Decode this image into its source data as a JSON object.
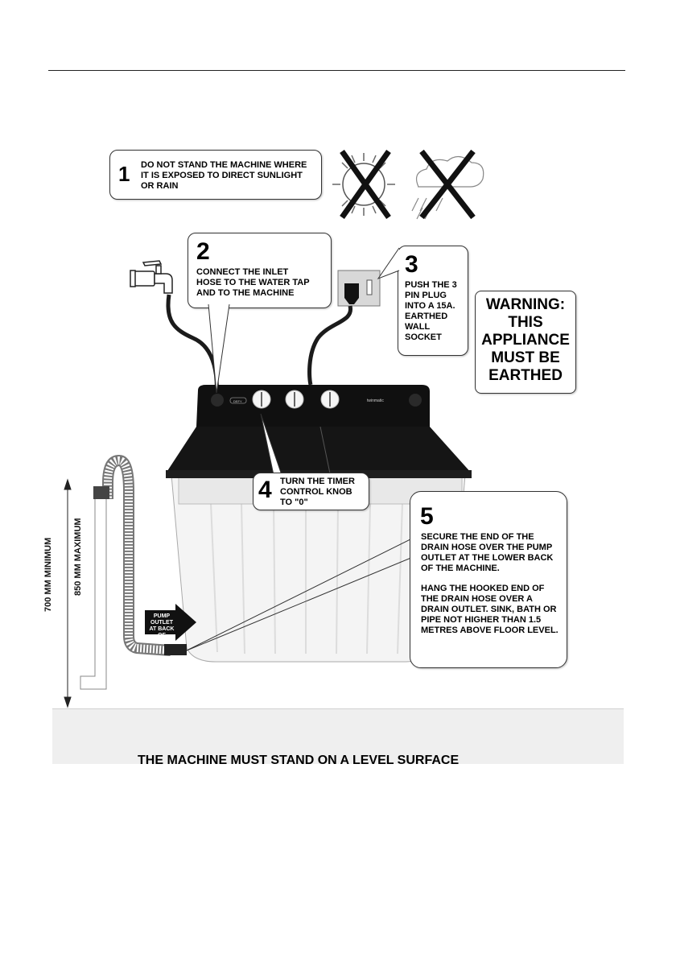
{
  "step1": {
    "number": "1",
    "text": "DO NOT STAND THE MACHINE WHERE\nIT IS EXPOSED TO DIRECT SUNLIGHT\nOR RAIN"
  },
  "step2": {
    "number": "2",
    "text": "CONNECT THE INLET\nHOSE TO  THE WATER TAP\nAND TO  THE MACHINE"
  },
  "step3": {
    "number": "3",
    "text": "PUSH THE 3\nPIN PLUG\nINTO A 15A.\nEARTHED\nWALL\nSOCKET"
  },
  "warning": {
    "lines": [
      "WARNING:",
      "THIS",
      "APPLIANCE",
      "MUST BE",
      "EARTHED"
    ]
  },
  "step4": {
    "number": "4",
    "text": "TURN  THE TIMER\nCONTROL KNOB\nTO \"0\""
  },
  "step5": {
    "number": "5",
    "text1": "SECURE THE  END OF THE\nDRAIN HOSE OVER THE PUMP\nOUTLET AT THE LOWER BACK\nOF THE MACHINE.",
    "text2": "HANG THE HOOKED END OF\nTHE DRAIN HOSE OVER A\nDRAIN OUTLET. SINK, BATH OR\nPIPE NOT HIGHER THAN 1.5\nMETRES ABOVE FLOOR LEVEL."
  },
  "pump_label": "PUMP\nOUTLET\nAT BACK OF\nMACHINE",
  "height_min": "700 MM MINIMUM",
  "height_max": "850 MM MAXIMUM",
  "floor_caption": "THE MACHINE MUST STAND ON A LEVEL SURFACE",
  "machine_brand": "DEFY",
  "machine_model": "twinmatic"
}
